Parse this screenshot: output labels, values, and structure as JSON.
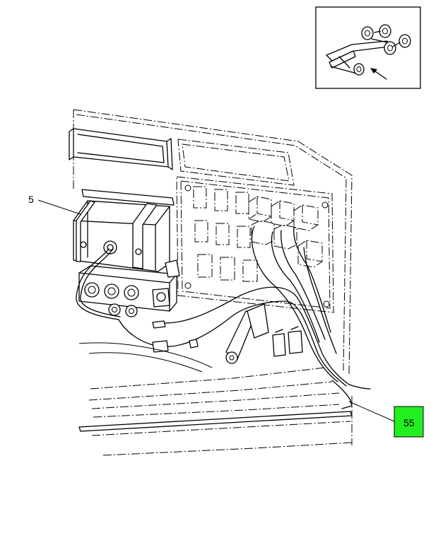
{
  "callouts": [
    {
      "id": "5",
      "label": "5"
    },
    {
      "id": "55",
      "label": "55",
      "highlighted": true
    }
  ],
  "colors": {
    "highlight": "#22ee22",
    "line": "#000000",
    "background": "#ffffff"
  }
}
